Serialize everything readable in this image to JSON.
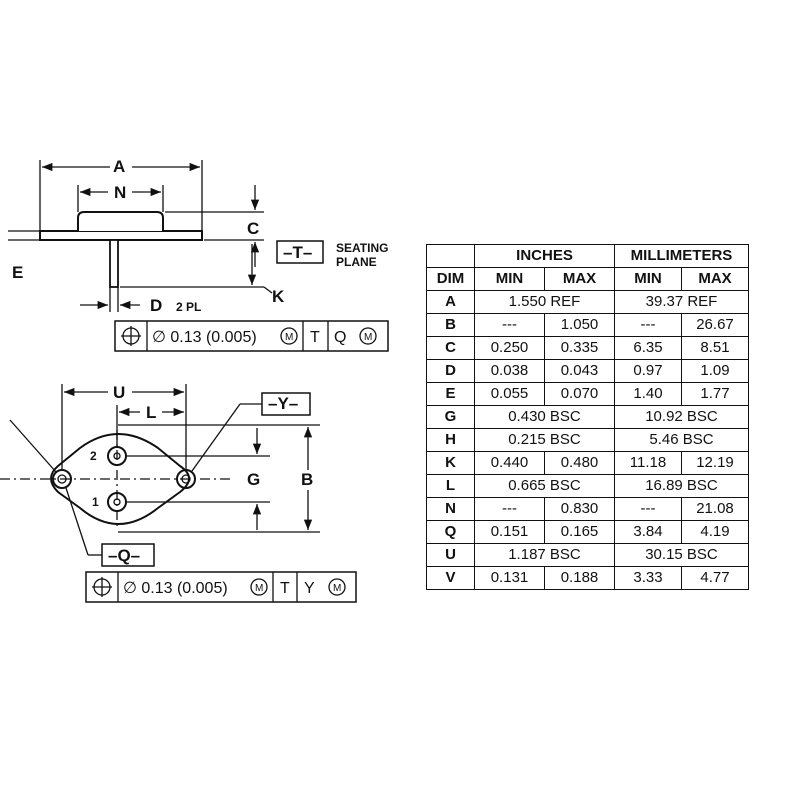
{
  "labels": {
    "A": "A",
    "N": "N",
    "C": "C",
    "T": "–T–",
    "seating1": "SEATING",
    "seating2": "PLANE",
    "E": "E",
    "D": "D",
    "D_count": "2 PL",
    "K": "K",
    "U": "U",
    "L": "L",
    "Y": "–Y–",
    "G": "G",
    "B": "B",
    "Q": "–Q–",
    "pin1": "1",
    "pin2": "2"
  },
  "fcf_top": {
    "position_symbol": "⊕",
    "tolerance": "∅ 0.13 (0.005)",
    "modifier": "M",
    "datum1": "T",
    "datum2": "Q",
    "modifier2": "M"
  },
  "fcf_bottom": {
    "position_symbol": "⊕",
    "tolerance": "∅ 0.13 (0.005)",
    "modifier": "M",
    "datum1": "T",
    "datum2": "Y",
    "modifier2": "M"
  },
  "table": {
    "group_inches": "INCHES",
    "group_mm": "MILLIMETERS",
    "col_dim": "DIM",
    "col_min": "MIN",
    "col_max": "MAX",
    "rows": [
      {
        "dim": "A",
        "in_min": "1.550 REF",
        "in_max": null,
        "mm_min": "39.37 REF",
        "mm_max": null
      },
      {
        "dim": "B",
        "in_min": "---",
        "in_max": "1.050",
        "mm_min": "---",
        "mm_max": "26.67"
      },
      {
        "dim": "C",
        "in_min": "0.250",
        "in_max": "0.335",
        "mm_min": "6.35",
        "mm_max": "8.51"
      },
      {
        "dim": "D",
        "in_min": "0.038",
        "in_max": "0.043",
        "mm_min": "0.97",
        "mm_max": "1.09"
      },
      {
        "dim": "E",
        "in_min": "0.055",
        "in_max": "0.070",
        "mm_min": "1.40",
        "mm_max": "1.77"
      },
      {
        "dim": "G",
        "in_min": "0.430 BSC",
        "in_max": null,
        "mm_min": "10.92 BSC",
        "mm_max": null
      },
      {
        "dim": "H",
        "in_min": "0.215 BSC",
        "in_max": null,
        "mm_min": "5.46 BSC",
        "mm_max": null
      },
      {
        "dim": "K",
        "in_min": "0.440",
        "in_max": "0.480",
        "mm_min": "11.18",
        "mm_max": "12.19"
      },
      {
        "dim": "L",
        "in_min": "0.665 BSC",
        "in_max": null,
        "mm_min": "16.89 BSC",
        "mm_max": null
      },
      {
        "dim": "N",
        "in_min": "---",
        "in_max": "0.830",
        "mm_min": "---",
        "mm_max": "21.08"
      },
      {
        "dim": "Q",
        "in_min": "0.151",
        "in_max": "0.165",
        "mm_min": "3.84",
        "mm_max": "4.19"
      },
      {
        "dim": "U",
        "in_min": "1.187 BSC",
        "in_max": null,
        "mm_min": "30.15 BSC",
        "mm_max": null
      },
      {
        "dim": "V",
        "in_min": "0.131",
        "in_max": "0.188",
        "mm_min": "3.33",
        "mm_max": "4.77"
      }
    ]
  }
}
